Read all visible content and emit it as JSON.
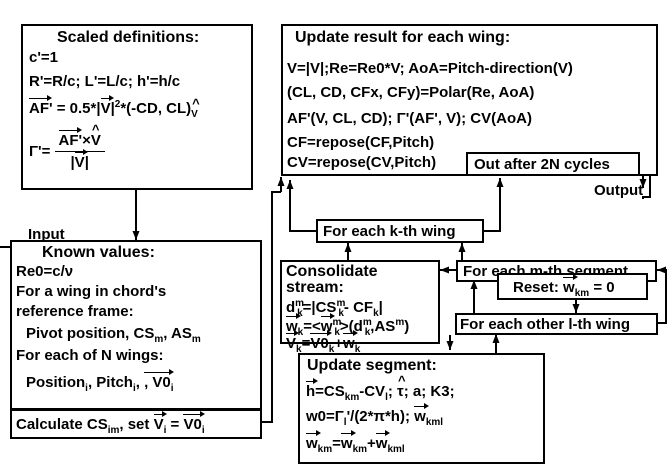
{
  "scaled_box": {
    "title": "Scaled definitions:",
    "l1": "c'=1",
    "l2": "R'=R/c; L'=L/c; h'=h/c",
    "af_lhs": "AF",
    "af_mid": "' = 0.5*|",
    "af_v": "V",
    "af_rest": "|",
    "af_tail": "*(-CD, CL)",
    "gamma_lhs": "Γ'=",
    "gamma_num_a": "AF",
    "gamma_num_b": "'×",
    "gamma_num_c": "V",
    "gamma_den": "V"
  },
  "update_box": {
    "title": "Update result for each wing:",
    "l1": "V=|V|;Re=Re0*V; AoA=Pitch-direction(V)",
    "l2": "(CL, CD, CFx, CFy)=Polar(Re, AoA)",
    "l3": "AF'(V, CL, CD);  Γ'(AF', V);  CV(AoA)",
    "l4": "CF=repose(CF,Pitch)",
    "l5": "CV=repose(CV,Pitch)"
  },
  "out_box": {
    "label": "Out after 2N cycles"
  },
  "output_label": "Output",
  "input_label": "Input",
  "k_box": {
    "label": "For each k-th wing"
  },
  "m_box": {
    "label": "For each m-th segment"
  },
  "reset_box": {
    "label": "Reset: w",
    "sub": "km",
    "tail": " = 0"
  },
  "l_box": {
    "label": "For each other l-th wing"
  },
  "consolidate_box": {
    "title1": "Consolidate",
    "title2": "stream:",
    "l1": "d =|CS - CF |",
    "l2": "w =<w >(d ,AS )",
    "l3": "V =V0 +w"
  },
  "known_box": {
    "title": "Known values:",
    "l1": "Re0=c/ν",
    "l2": "For a wing in chord's",
    "l3": "reference frame:",
    "l4": "Pivot position, CS",
    "l4_sub": "m",
    "l4_b": ", AS",
    "l4_sub2": "m",
    "l5": "For each of N wings:",
    "l6_a": "Position",
    "l6_b": ", Pitch",
    "l6_c": ", V0"
  },
  "calc_box": {
    "a": "Calculate CS",
    "sub": "im",
    "b": ", set ",
    "c": "V",
    "d": " = ",
    "e": "V0"
  },
  "segment_box": {
    "title": "Update segment:",
    "l1": "h=CS -CV ; τ; a; K3;",
    "l2": "w0=Γ'/(2*π*h); w",
    "l3": "w =w +w"
  }
}
